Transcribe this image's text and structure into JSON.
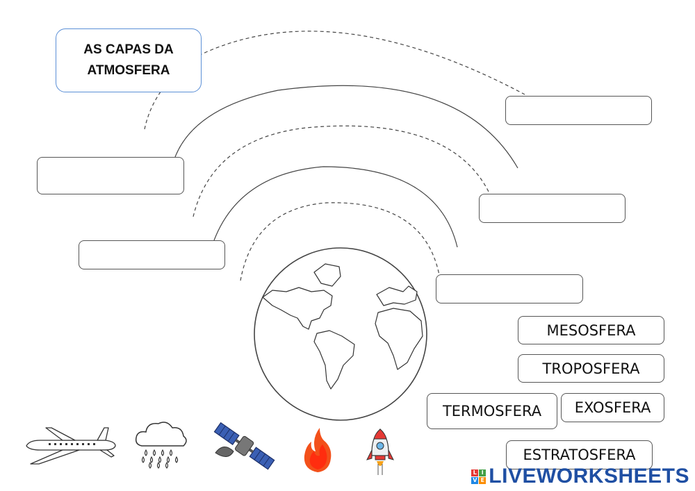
{
  "title": {
    "line1": "AS CAPAS DA",
    "line2": "ATMOSFERA"
  },
  "drop_slots": [
    {
      "name": "answer-box-1"
    },
    {
      "name": "answer-box-2"
    },
    {
      "name": "answer-box-3"
    },
    {
      "name": "answer-box-4"
    },
    {
      "name": "answer-box-5"
    }
  ],
  "word_bank": [
    "MESOSFERA",
    "TROPOSFERA",
    "TERMOSFERA",
    "EXOSFERA",
    "ESTRATOSFERA"
  ],
  "icons": [
    "airplane-icon",
    "rain-cloud-icon",
    "satellite-icon",
    "fireball-icon",
    "rocket-icon"
  ],
  "brand": {
    "text": "LIVEWORKSHEETS",
    "badge_letters": [
      "L",
      "I",
      "V",
      "E"
    ],
    "badge_colors": [
      "#e53935",
      "#43a047",
      "#1e88e5",
      "#fb8c00"
    ],
    "text_color": "#1f4fa3"
  },
  "colors": {
    "title_border": "#5b8fd6",
    "box_border": "#555555",
    "line": "#444444"
  }
}
